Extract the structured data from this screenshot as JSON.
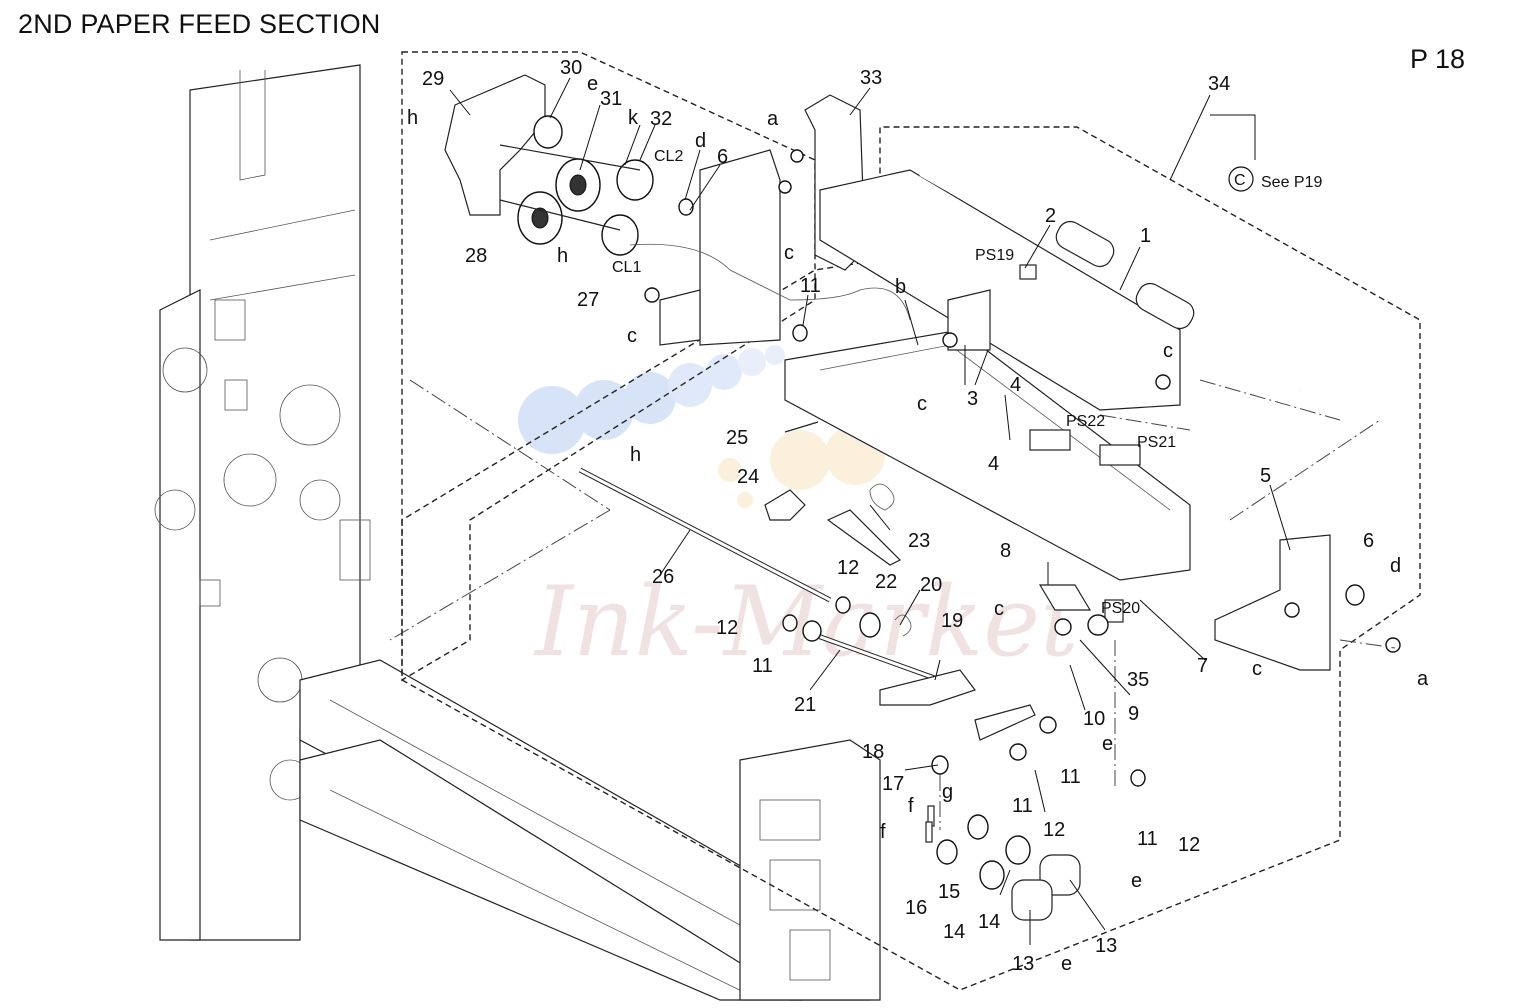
{
  "title": "2ND PAPER FEED SECTION",
  "page_number": "P 18",
  "see_reference": {
    "symbol": "C",
    "text": "See P19"
  },
  "watermark": "Ink-Market",
  "labels": {
    "p1": "1",
    "p2": "2",
    "p3": "3",
    "p4a": "4",
    "p4b": "4",
    "p5": "5",
    "p6a": "6",
    "p6b": "6",
    "p7": "7",
    "p8": "8",
    "p9": "9",
    "p10": "10",
    "p11a": "11",
    "p11b": "11",
    "p11c": "11",
    "p11d": "11",
    "p11e": "11",
    "p12a": "12",
    "p12b": "12",
    "p12c": "12",
    "p12d": "12",
    "p13a": "13",
    "p13b": "13",
    "p14a": "14",
    "p14b": "14",
    "p15": "15",
    "p16": "16",
    "p17": "17",
    "p18": "18",
    "p19": "19",
    "p20": "20",
    "p21": "21",
    "p22": "22",
    "p23": "23",
    "p24": "24",
    "p25": "25",
    "p26": "26",
    "p27": "27",
    "p28": "28",
    "p29": "29",
    "p30": "30",
    "p31": "31",
    "p32": "32",
    "p33": "33",
    "p34": "34",
    "p35": "35",
    "a1": "a",
    "a2": "a",
    "b1": "b",
    "c1": "c",
    "c2": "c",
    "c3": "c",
    "c4": "c",
    "c5": "c",
    "c6": "c",
    "d1": "d",
    "d2": "d",
    "e1": "e",
    "e2": "e",
    "e3": "e",
    "e4": "e",
    "f1": "f",
    "f2": "f",
    "g1": "g",
    "h1": "h",
    "h2": "h",
    "h3": "h",
    "k1": "k",
    "cl1": "CL1",
    "cl2": "CL2",
    "ps19": "PS19",
    "ps20": "PS20",
    "ps21": "PS21",
    "ps22": "PS22"
  }
}
